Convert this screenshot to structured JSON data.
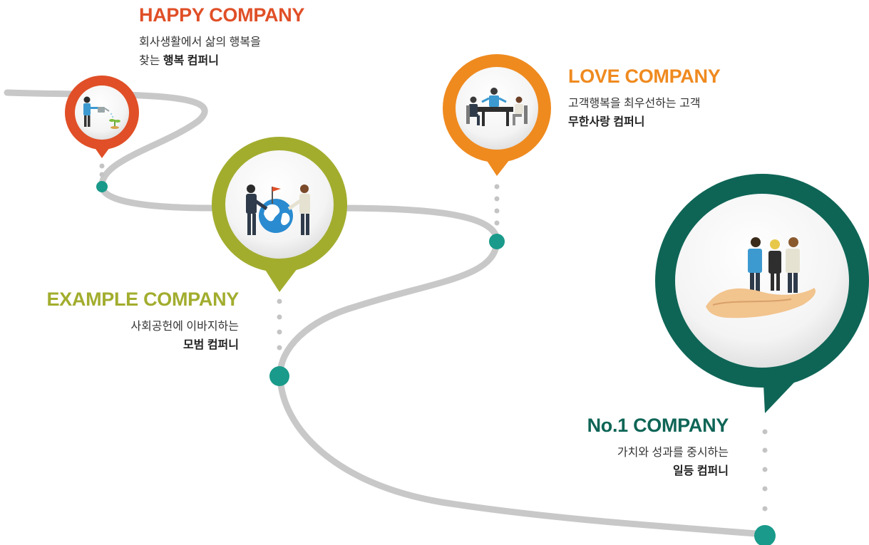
{
  "colors": {
    "path": "#c8c8c8",
    "node": "#1a9a8a",
    "dots": "#c4c4c4",
    "happy": "#e04f27",
    "love": "#ef8a1f",
    "example": "#a2ad2e",
    "no1": "#0e6556"
  },
  "companies": [
    {
      "key": "happy",
      "title": "HAPPY COMPANY",
      "line1": "회사생활에서 삶의 행복을",
      "line2_plain": "찾는 ",
      "line2_bold": "행복 컴퍼니",
      "icon": "watering-plant-icon"
    },
    {
      "key": "love",
      "title": "LOVE COMPANY",
      "line1": "고객행복을 최우선하는 고객",
      "line2_plain": "",
      "line2_bold": "무한사랑 컴퍼니",
      "icon": "meeting-table-icon"
    },
    {
      "key": "example",
      "title": "EXAMPLE COMPANY",
      "line1": "사회공헌에 이바지하는",
      "line2_plain": "",
      "line2_bold": "모범 컴퍼니",
      "icon": "global-handshake-icon"
    },
    {
      "key": "no1",
      "title": "No.1 COMPANY",
      "line1": "가치와 성과를 중시하는",
      "line2_plain": "",
      "line2_bold": "일등 컴퍼니",
      "icon": "team-in-hand-icon"
    }
  ]
}
